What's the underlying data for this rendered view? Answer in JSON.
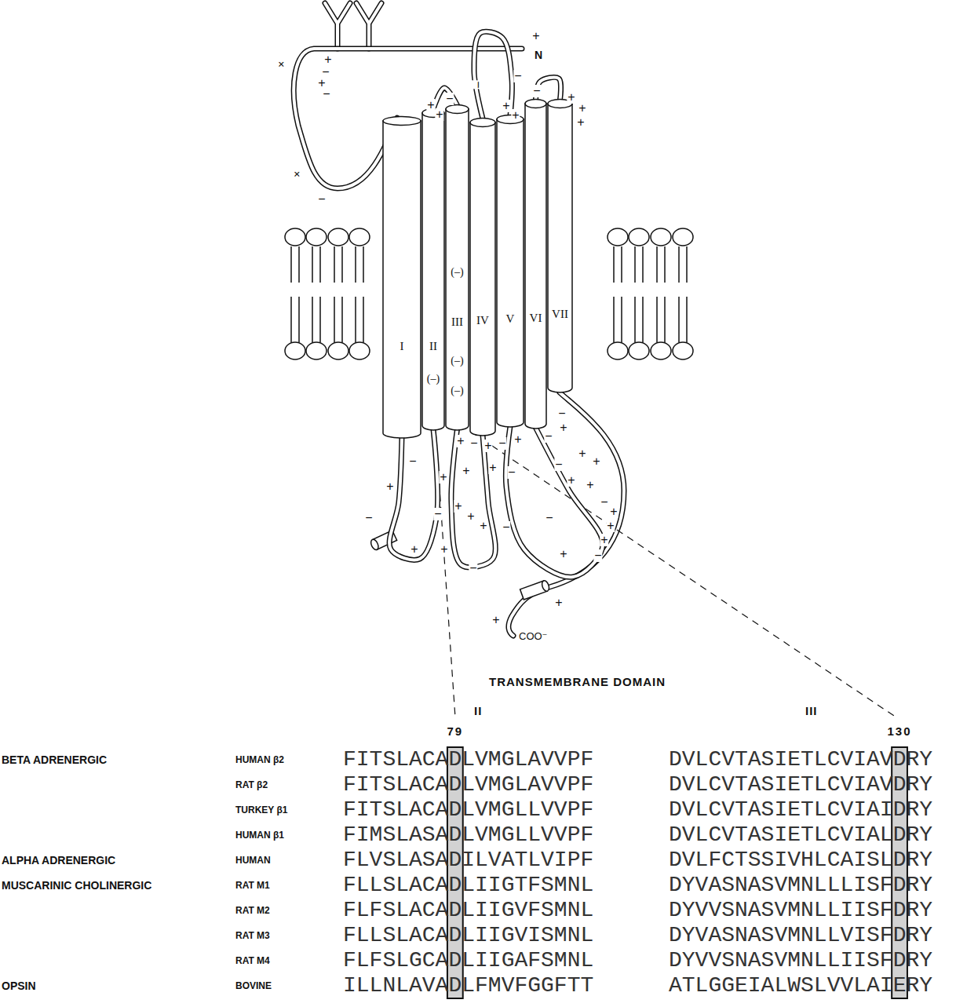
{
  "diagram": {
    "nodes": [
      {
        "text": [
          "I"
        ]
      },
      {
        "text": [
          "II",
          "(–)"
        ]
      },
      {
        "text": [
          "(–)",
          "III",
          "(–)",
          "(–)"
        ]
      },
      {
        "text": [
          "IV"
        ]
      },
      {
        "text": [
          "V"
        ]
      },
      {
        "text": [
          "VI"
        ]
      },
      {
        "text": [
          "VII"
        ]
      }
    ],
    "edges": [
      {
        "from": 0,
        "to": 1,
        "arrow": "none"
      },
      {
        "from": 1,
        "to": 2,
        "arrow": "none"
      },
      {
        "from": 2,
        "to": 3,
        "arrow": "none"
      },
      {
        "from": 3,
        "to": 4,
        "arrow": "none"
      },
      {
        "from": 4,
        "to": 5,
        "arrow": "none"
      },
      {
        "from": 5,
        "to": 6,
        "arrow": "none"
      }
    ],
    "labels": [
      "+",
      "N",
      "+",
      "+",
      "−",
      "+",
      "−",
      "+",
      "−",
      "−",
      "−",
      "+",
      "+",
      "−",
      "+",
      "+",
      "−",
      "+",
      "+",
      "+",
      "−",
      "+",
      "−",
      "+",
      "−",
      "+",
      "−",
      "+",
      "−",
      "+",
      "−",
      "+",
      "+",
      "+",
      "−",
      "+",
      "+",
      "−",
      "+",
      "+",
      "−",
      "+",
      "+",
      "+",
      "−",
      "+",
      "+",
      "+",
      "−",
      "−",
      "+",
      "+",
      "−",
      "+",
      "−",
      "+",
      "+",
      "COO⁻",
      "TRANSMEMBRANE DOMAIN",
      "II",
      "III",
      "79",
      "130",
      "BETA ADRENERGIC",
      "HUMAN β2",
      "FITSLACADLVMGLAVVPF",
      "DVLCVTASIETLCVIAVDRY",
      "RAT β2",
      "FITSLACADLVMGLAVVPF",
      "DVLCVTASIETLCVIAVDRY",
      "TURKEY β1",
      "FITSLACADLVMGLLVVPF",
      "DVLCVTASIETLCVIAIDRY",
      "HUMAN β1",
      "FIMSLASADLVMGLLVVPF",
      "DVLCVTASIETLCVIALDRY",
      "ALPHA ADRENERGIC",
      "HUMAN",
      "FLVSLASADILVATLVIPF",
      "DVLFCTSSIVHLCAISLDRY",
      "MUSCARINIC CHOLINERGIC",
      "RAT M1",
      "FLLSLACADLIIGTFSMNL",
      "DYVASNASVMNLLLISFDRY",
      "RAT M2",
      "FLFSLACADLIIGVFSMNL",
      "DYVVSNASVMNLLIISFDRY",
      "RAT M3",
      "FLLSLACADLIIGVISMNL",
      "DYVASNASVMNLLVISFDRY",
      "RAT M4",
      "FLFSLGCADLIIGAFSMNL",
      "DYVVSNASVMNLLIISFDRY",
      "OPSIN",
      "BOVINE",
      "ILLNLAVADLFMVFGGFTT",
      "ATLGGEIALWSLVVLAIERY"
    ]
  }
}
